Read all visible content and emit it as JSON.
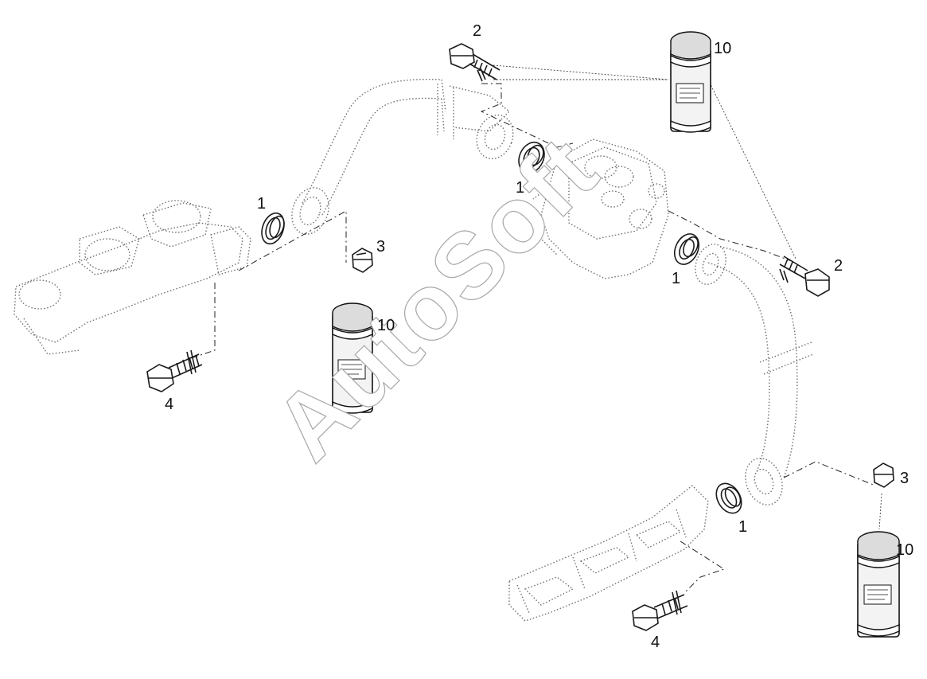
{
  "watermark": "AutoSoft",
  "callouts": {
    "seal_left": "1",
    "seal_top": "1",
    "seal_right": "1",
    "seal_bottom": "1",
    "bolt_top": "2",
    "bolt_right": "2",
    "nut_left": "3",
    "nut_right": "3",
    "bolt_left": "4",
    "bolt_bottom": "4",
    "sealant_top": "10",
    "sealant_left": "10",
    "sealant_right": "10"
  }
}
